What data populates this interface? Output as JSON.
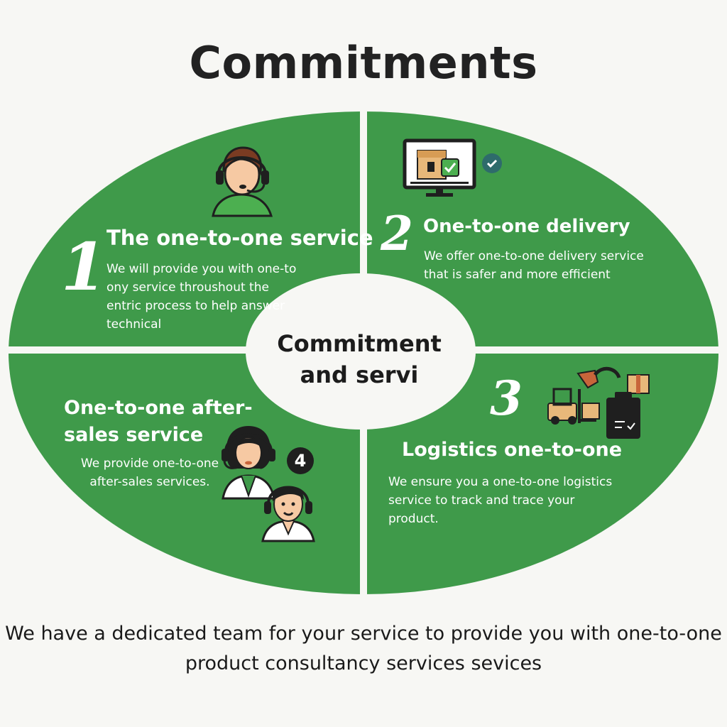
{
  "title": "Commitments",
  "center_label": "Commitment and servi",
  "colors": {
    "green": "#3f9a4a",
    "background": "#f7f7f4",
    "divider": "#ffffff",
    "text_dark": "#1c1c1c"
  },
  "quadrants": [
    {
      "number": "1",
      "title": "The one-to-one service",
      "body": "We will provide you with one-to ony service throushout the entric process to help answer technical",
      "icon": "support-agent-headset-icon"
    },
    {
      "number": "2",
      "title": "One-to-one delivery",
      "body": "We offer one-to-one delivery service that is safer and more efficient",
      "icon": "monitor-package-checkmark-icon"
    },
    {
      "number": "3",
      "title": "Logistics one-to-one",
      "body": "We ensure you a one-to-one logistics service to track and trace your product.",
      "icon": "forklift-logistics-icon"
    },
    {
      "number": "4",
      "title": "One-to-one after-sales service",
      "body": "We provide one-to-one after-sales services.",
      "icon": "customer-service-team-icon"
    }
  ],
  "footer": "We have a dedicated team for your service to provide you with one-to-one product consultancy services sevices"
}
